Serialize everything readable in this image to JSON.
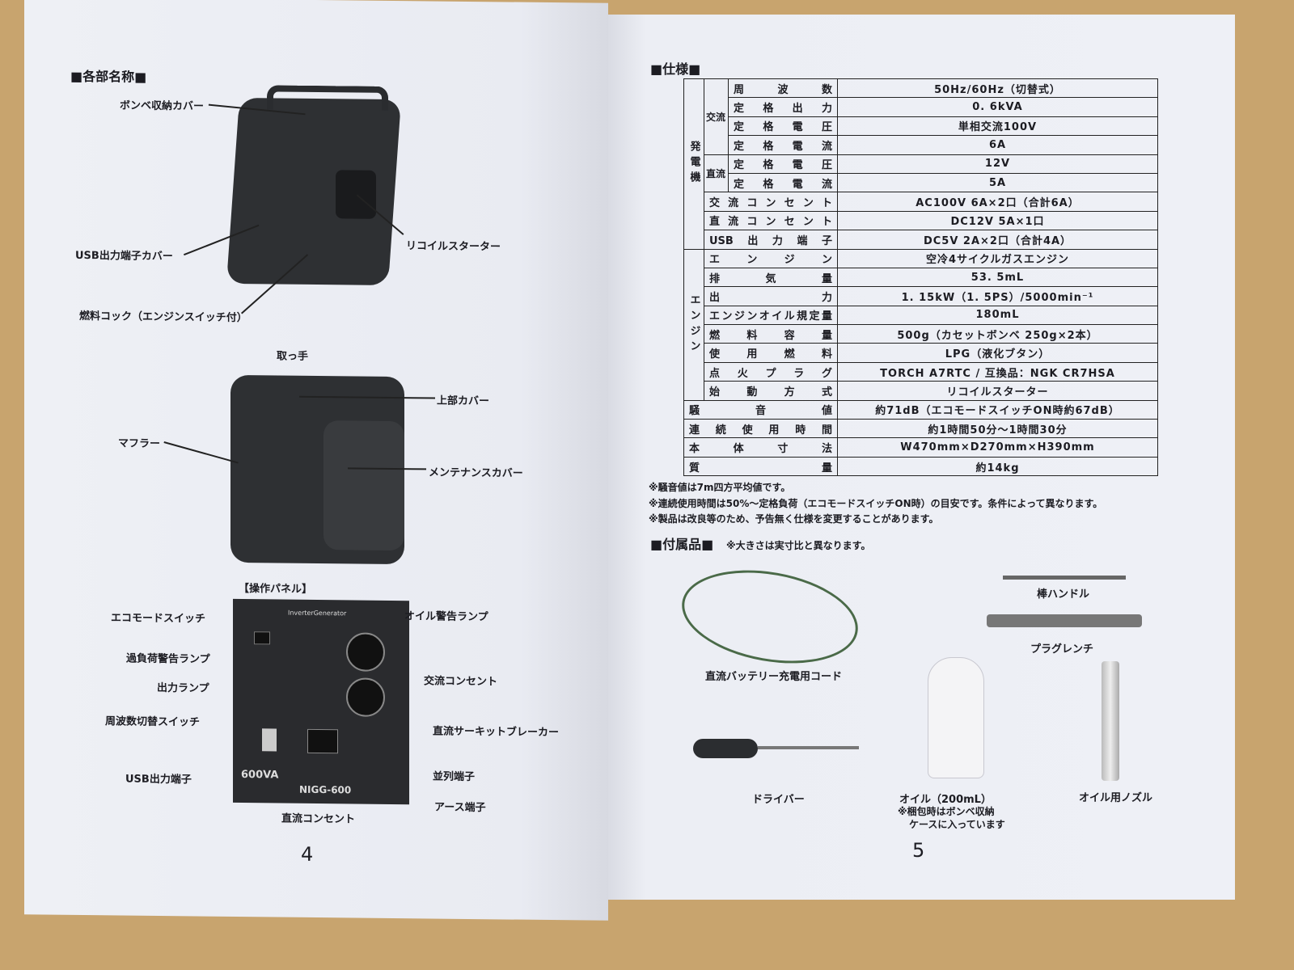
{
  "left_page": {
    "section_title": "■各部名称■",
    "labels": {
      "cylinder_cover": "ボンベ収納カバー",
      "usb_cover": "USB出力端子カバー",
      "recoil_starter": "リコイルスターター",
      "fuel_cock": "燃料コック（エンジンスイッチ付）",
      "handle": "取っ手",
      "top_cover": "上部カバー",
      "muffler": "マフラー",
      "maintenance_cover": "メンテナンスカバー"
    },
    "panel_title": "【操作パネル】",
    "panel": {
      "eco_switch": "エコモードスイッチ",
      "overload_lamp": "過負荷警告ランプ",
      "output_lamp": "出力ランプ",
      "freq_switch": "周波数切替スイッチ",
      "usb_port": "USB出力端子",
      "oil_lamp": "オイル警告ランプ",
      "ac_outlet": "交流コンセント",
      "dc_breaker": "直流サーキットブレーカー",
      "parallel": "並列端子",
      "earth": "アース端子",
      "dc_outlet": "直流コンセント",
      "brand": "InverterGenerator",
      "badge": "600VA",
      "model": "NIGG-600"
    },
    "page_number": "4"
  },
  "right_page": {
    "section_title": "■仕様■",
    "groups": {
      "generator": "発電機",
      "ac": "交流",
      "dc": "直流",
      "engine": "エンジン"
    },
    "specs": [
      {
        "label": "周波数",
        "value": "50Hz/60Hz（切替式）"
      },
      {
        "label": "定格出力",
        "value": "0. 6kVA"
      },
      {
        "label": "定格電圧",
        "value": "単相交流100V"
      },
      {
        "label": "定格電流",
        "value": "6A"
      },
      {
        "label": "定格電圧",
        "value": "12V"
      },
      {
        "label": "定格電流",
        "value": "5A"
      },
      {
        "label": "交流コンセント",
        "value": "AC100V  6A×2口（合計6A）"
      },
      {
        "label": "直流コンセント",
        "value": "DC12V  5A×1口"
      },
      {
        "label": "USB出力端子",
        "value": "DC5V  2A×2口（合計4A）"
      },
      {
        "label": "エンジン",
        "value": "空冷4サイクルガスエンジン"
      },
      {
        "label": "排気量",
        "value": "53. 5mL"
      },
      {
        "label": "出力",
        "value": "1. 15kW（1. 5PS）/5000min⁻¹"
      },
      {
        "label": "エンジンオイル規定量",
        "value": "180mL"
      },
      {
        "label": "燃料容量",
        "value": "500g（カセットボンベ  250g×2本）"
      },
      {
        "label": "使用燃料",
        "value": "LPG（液化ブタン）"
      },
      {
        "label": "点火プラグ",
        "value": "TORCH  A7RTC / 互換品：NGK  CR7HSA"
      },
      {
        "label": "始動方式",
        "value": "リコイルスターター"
      },
      {
        "label": "騒音値",
        "value": "約71dB（エコモードスイッチON時約67dB）"
      },
      {
        "label": "連続使用時間",
        "value": "約1時間50分～1時間30分"
      },
      {
        "label": "本体寸法",
        "value": "W470mm×D270mm×H390mm"
      },
      {
        "label": "質量",
        "value": "約14kg"
      }
    ],
    "notes": [
      "※騒音値は7m四方平均値です。",
      "※連続使用時間は50%～定格負荷（エコモードスイッチON時）の目安です。条件によって異なります。",
      "※製品は改良等のため、予告無く仕様を変更することがあります。"
    ],
    "accessories_title": "■付属品■",
    "accessories_note": "※大きさは実寸比と異なります。",
    "accessories": {
      "cord": "直流バッテリー充電用コード",
      "bar_handle": "棒ハンドル",
      "plug_wrench": "プラグレンチ",
      "driver": "ドライバー",
      "oil": "オイル（200mL）",
      "oil_note1": "※梱包時はボンベ収納",
      "oil_note2": "ケースに入っています",
      "nozzle": "オイル用ノズル"
    },
    "page_number": "5"
  }
}
